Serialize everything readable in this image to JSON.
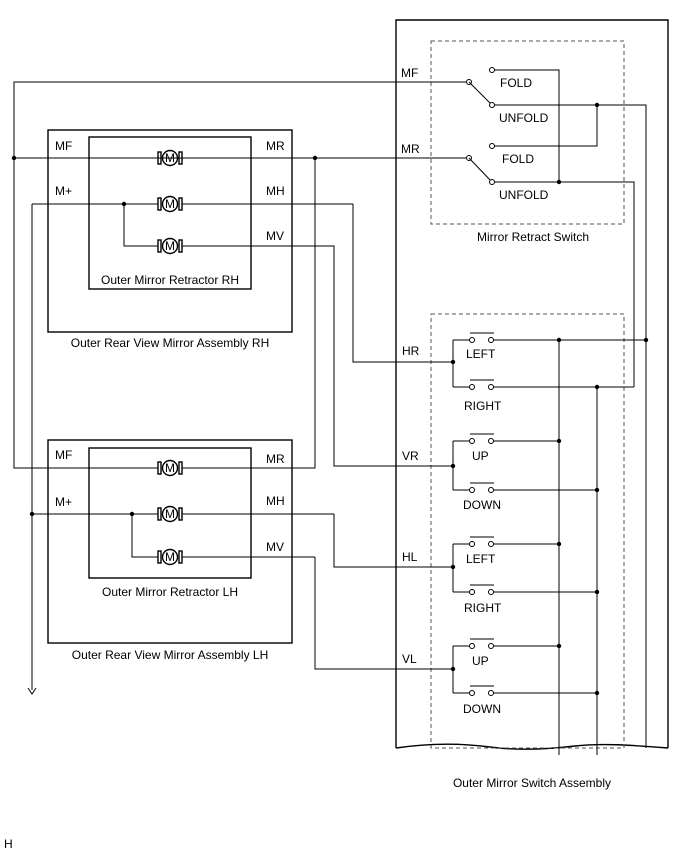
{
  "switch_assembly": {
    "label": "Outer Mirror Switch Assembly",
    "retract_switch": {
      "label": "Mirror Retract Switch",
      "pins": [
        "MF",
        "MR"
      ],
      "fold_label": "FOLD",
      "unfold_label": "UNFOLD"
    },
    "mirror_pins": [
      "HR",
      "VR",
      "HL",
      "VL"
    ],
    "buttons": [
      "LEFT",
      "RIGHT",
      "UP",
      "DOWN",
      "LEFT",
      "RIGHT",
      "UP",
      "DOWN"
    ]
  },
  "assembly_rh": {
    "label": "Outer Rear View Mirror Assembly RH",
    "retractor_label": "Outer Mirror Retractor RH",
    "pins_left": [
      "MF",
      "M+"
    ],
    "pins_right": [
      "MR",
      "MH",
      "MV"
    ]
  },
  "assembly_lh": {
    "label": "Outer Rear View Mirror Assembly LH",
    "retractor_label": "Outer Mirror Retractor LH",
    "pins_left": [
      "MF",
      "M+"
    ],
    "pins_right": [
      "MR",
      "MH",
      "MV"
    ]
  },
  "motor_symbol": "M",
  "corner_mark": "H"
}
